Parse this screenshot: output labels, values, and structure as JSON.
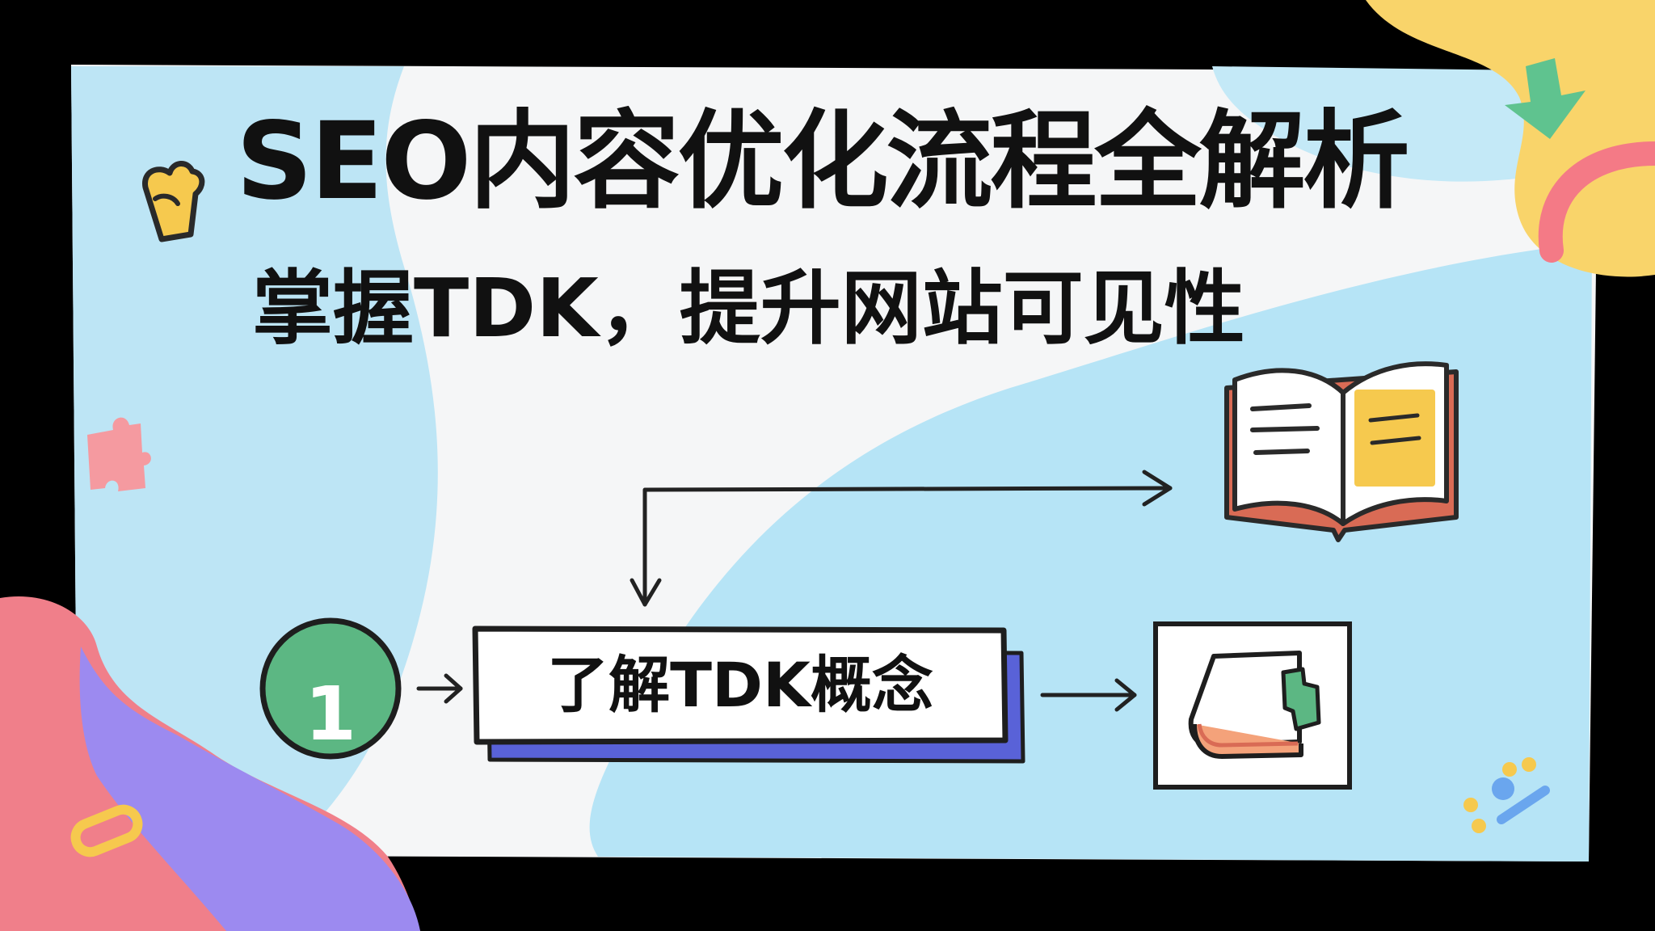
{
  "header": {
    "title": "SEO内容优化流程全解析",
    "subtitle": "掌握TDK，提升网站可见性"
  },
  "flow": {
    "step_number": "1",
    "step_label": "了解TDK概念"
  },
  "icons": [
    "thumbs-up-icon",
    "puzzle-piece-icon",
    "open-book-icon",
    "closed-book-icon",
    "down-arrow-icon",
    "paperclip-icon",
    "sparkle-dots-icon"
  ],
  "colors": {
    "background_panel": "#f5f6f7",
    "light_blue": "#b8e6f6",
    "step_green": "#5cb783",
    "step_box_shadow": "#5962d8",
    "book_red": "#d96b55",
    "book_yellow": "#f6c94e",
    "corner_yellow": "#f9d46a",
    "corner_pink": "#f26d7d",
    "corner_purple": "#9a88f0",
    "ink": "#111111"
  }
}
